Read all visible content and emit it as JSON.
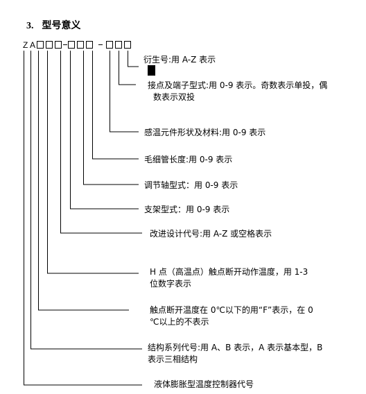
{
  "section": {
    "number": "3.",
    "title": "型号意义"
  },
  "model_code": {
    "prefix_1": "Z",
    "prefix_2": "A"
  },
  "descriptions": {
    "d1": "衍生号:用 A-Z 表示",
    "d2_line1": "接点及端子型式:用 0-9 表示。奇数表示单投，偶",
    "d2_line2": "数表示双投",
    "d3": "感温元件形状及材料:用 0-9 表示",
    "d4": "毛细管长度:用 0-9 表示",
    "d5": "调节轴型式：用 0-9 表示",
    "d6": "支架型式：用 0-9 表示",
    "d7": "改进设计代号:用 A-Z 或空格表示",
    "d8_line1": "H 点（高温点）触点断开动作温度，用 1-3",
    "d8_line2": "位数字表示",
    "d9_line1": "触点断开温度在 0℃以下的用“F”表示，在 0",
    "d9_line2": "℃以上的不表示",
    "d10_line1": "结构系列代号:用 A、B 表示，A 表示基本型，B",
    "d10_line2": "表示三相结构",
    "d11": "液体膨胀型温度控制器代号"
  }
}
